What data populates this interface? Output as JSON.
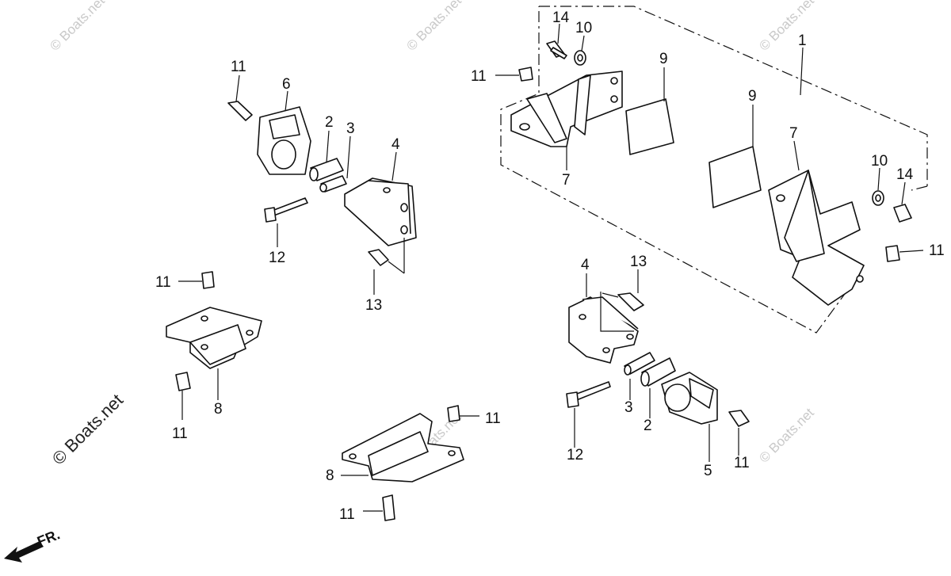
{
  "callouts": {
    "n1": "1",
    "n2a": "2",
    "n2b": "2",
    "n3a": "3",
    "n3b": "3",
    "n4a": "4",
    "n4b": "4",
    "n5": "5",
    "n6": "6",
    "n7a": "7",
    "n7b": "7",
    "n8a": "8",
    "n8b": "8",
    "n9a": "9",
    "n9b": "9",
    "n10a": "10",
    "n10b": "10",
    "n11a": "11",
    "n11b": "11",
    "n11c": "11",
    "n11d": "11",
    "n11e": "11",
    "n11f": "11",
    "n11g": "11",
    "n11h": "11",
    "n12a": "12",
    "n12b": "12",
    "n13a": "13",
    "n13b": "13",
    "n14a": "14",
    "n14b": "14"
  },
  "direction_label": "FR.",
  "watermark": "© Boats.net",
  "icons": {
    "front_arrow": "front-direction-arrow-icon"
  }
}
